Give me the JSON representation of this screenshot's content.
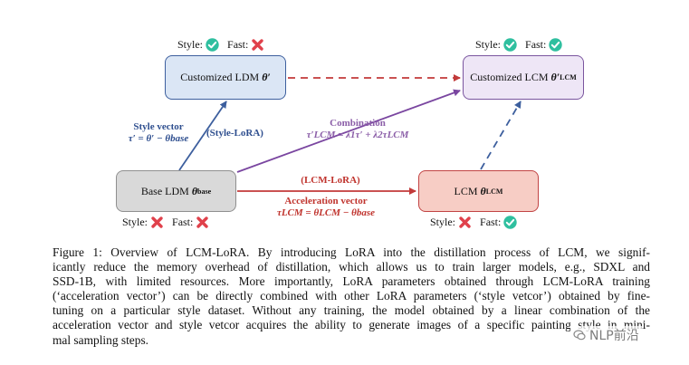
{
  "boxes": {
    "customized_ldm": {
      "label": "Customized LDM",
      "symbol": "θ′"
    },
    "customized_lcm": {
      "label": "Customized LCM",
      "symbol": "θ′",
      "symbol_sub": "LCM"
    },
    "base_ldm": {
      "label": "Base LDM",
      "symbol": "θ",
      "symbol_sub": "base"
    },
    "lcm": {
      "label": "LCM",
      "symbol": "θ",
      "symbol_sub": "LCM"
    }
  },
  "status": {
    "style_label": "Style:",
    "fast_label": "Fast:",
    "customized_ldm": {
      "style": "check",
      "fast": "cross"
    },
    "customized_lcm": {
      "style": "check",
      "fast": "check"
    },
    "base_ldm": {
      "style": "cross",
      "fast": "cross"
    },
    "lcm": {
      "style": "cross",
      "fast": "check"
    }
  },
  "annotations": {
    "style_vector_title": "Style vector",
    "style_vector_formula": "τ′ = θ′ − θbase",
    "style_lora": "(Style-LoRA)",
    "combination_title": "Combination",
    "combination_formula": "τ′LCM = λ1τ′ + λ2τLCM",
    "lcm_lora": "(LCM-LoRA)",
    "acceleration_title": "Acceleration vector",
    "acceleration_formula": "τLCM = θLCM − θbase"
  },
  "caption": {
    "lines": [
      "Figure 1:  Overview of LCM-LoRA. By introducing LoRA into the distillation process of LCM, we signif-",
      "icantly reduce the memory overhead of distillation, which allows us to train larger models, e.g., SDXL and",
      "SSD-1B, with limited resources. More importantly, LoRA parameters obtained through LCM-LoRA training",
      "(‘acceleration vector’) can be directly combined with other LoRA parameters (‘style vetcor’) obtained by fine-",
      "tuning on a particular style dataset. Without any training, the model obtained by a linear combination of the",
      "acceleration vector and style vetcor acquires the ability to generate images of a specific painting style in mini-",
      "mal sampling steps."
    ]
  },
  "watermark": "NLP前沿",
  "colors": {
    "check": "#2fbf9f",
    "cross": "#e0414b",
    "blue_arrow": "#3d5f9e",
    "purple_arrow": "#7a46a0",
    "red_arrow": "#c23a3a",
    "dashed": "#c23a3a",
    "dashed_blue": "#3d5f9e"
  }
}
